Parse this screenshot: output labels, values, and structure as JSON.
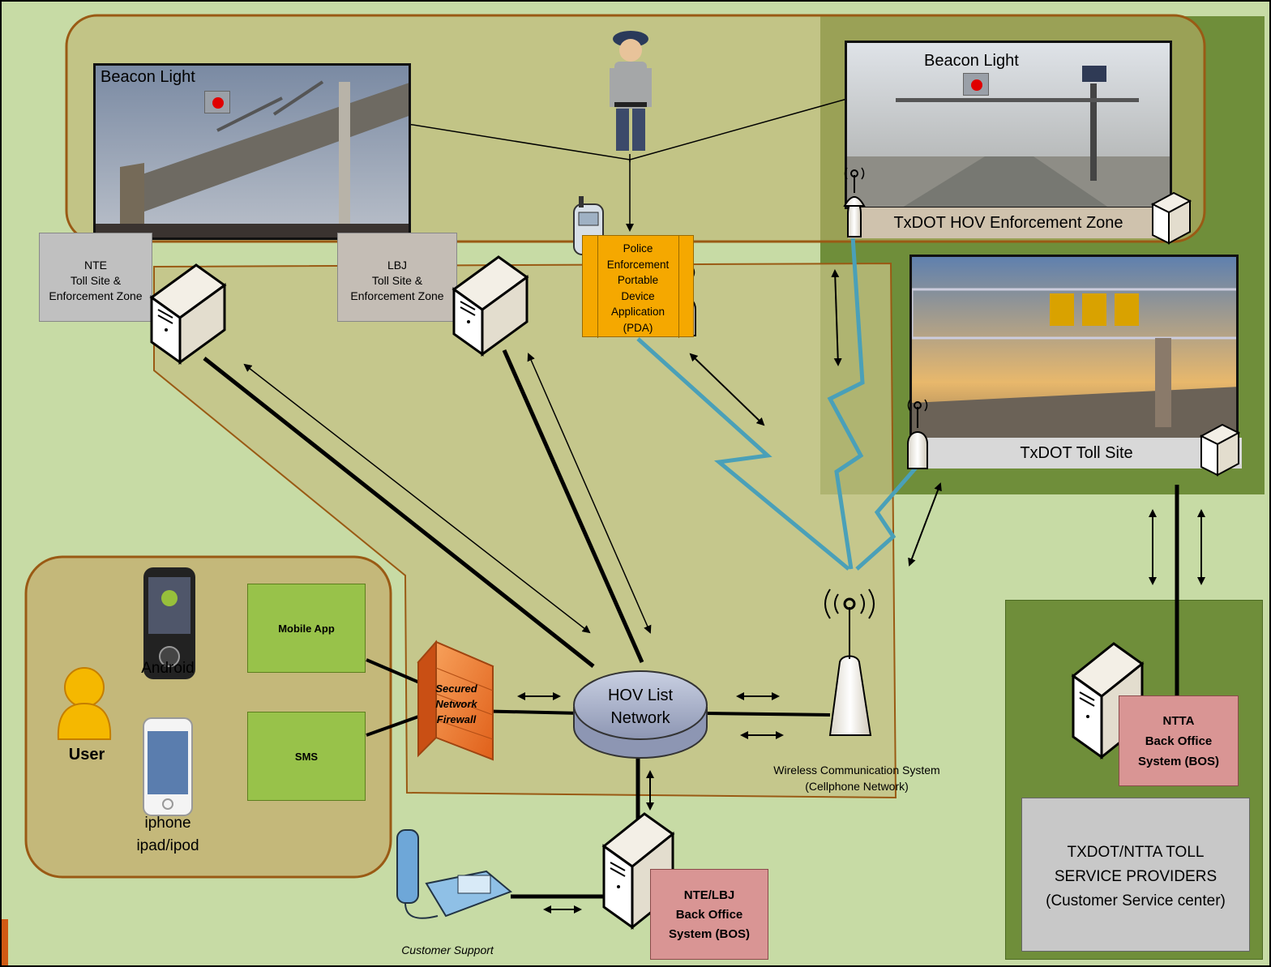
{
  "nte_zone": {
    "title": "NTE",
    "line2": "Toll Site &",
    "line3": "Enforcement Zone"
  },
  "lbj_zone": {
    "title": "LBJ",
    "line2": "Toll Site &",
    "line3": "Enforcement Zone"
  },
  "beacon_left": "Beacon Light",
  "beacon_right": "Beacon Light",
  "txdot_hov_zone": "TxDOT HOV Enforcement Zone",
  "txdot_toll_site": "TxDOT Toll Site",
  "pda": {
    "l1": "Police",
    "l2": "Enforcement",
    "l3": "Portable",
    "l4": "Device",
    "l5": "Application",
    "l6": "(PDA)"
  },
  "hov_network": {
    "l1": "HOV List",
    "l2": "Network"
  },
  "firewall": {
    "l1": "Secured",
    "l2": "Network",
    "l3": "Firewall"
  },
  "mobile_app": "Mobile App",
  "sms": "SMS",
  "android": "Android",
  "user": "User",
  "iphone": {
    "l1": "iphone",
    "l2": "ipad/ipod"
  },
  "wireless": {
    "l1": "Wireless Communication System",
    "l2": "(Cellphone Network)"
  },
  "nte_lbj_bos": {
    "l1": "NTE/LBJ",
    "l2": "Back Office",
    "l3": "System (BOS)"
  },
  "ntta_bos": {
    "l1": "NTTA",
    "l2": "Back Office",
    "l3": "System (BOS)"
  },
  "toll_providers": {
    "l1": "TXDOT/NTTA TOLL",
    "l2": "SERVICE PROVIDERS",
    "l3": "(Customer Service center)"
  },
  "customer_support": "Customer Support",
  "colors": {
    "background": "#c7dba5",
    "zone_brown": "#9a5a14",
    "dark_green": "#6f8e3a",
    "app_green": "#98c24a",
    "bos_pink": "#d99594",
    "pda_orange": "#f5a800",
    "lightning": "#4aa0b8"
  }
}
